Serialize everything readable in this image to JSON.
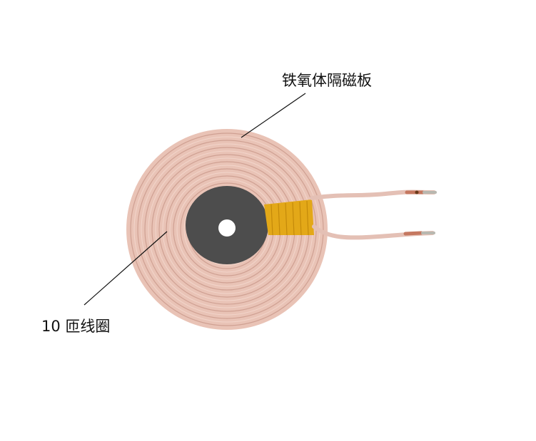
{
  "image": {
    "subject": "wireless charging coil on ferrite shielding plate",
    "background_color": "#ffffff"
  },
  "annotations": [
    {
      "id": "ferrite",
      "text": "铁氧体隔磁板",
      "meaning": "ferrite magnetic isolation plate"
    },
    {
      "id": "coil",
      "text": "10 匝线圈",
      "meaning": "10-turn coil"
    }
  ],
  "colors": {
    "ferrite_plate": "#4a4a4a",
    "coil_wire": "#e8c2b4",
    "coil_groove": "#c99a8a",
    "tape": "#e6a814",
    "leader_line": "#111111"
  },
  "coil": {
    "turns": 10
  }
}
